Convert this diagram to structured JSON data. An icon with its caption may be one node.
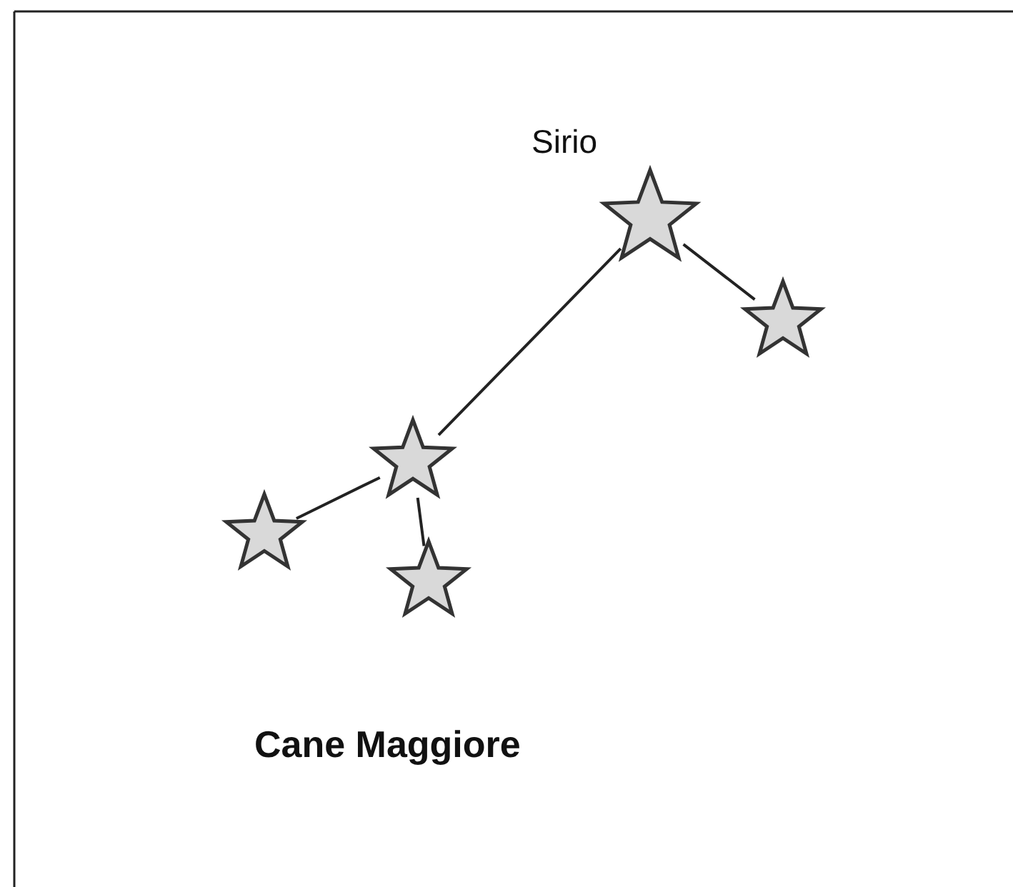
{
  "diagram": {
    "nodes": [
      {
        "text": [],
        "shape": "star",
        "beside": [
          "Sirio"
        ]
      },
      {
        "text": [],
        "shape": "star"
      },
      {
        "text": [],
        "shape": "star"
      },
      {
        "text": [],
        "shape": "star"
      },
      {
        "text": [],
        "shape": "star"
      }
    ],
    "edges": [
      {
        "from": 0,
        "to": 1,
        "arrow": "none"
      },
      {
        "from": 0,
        "to": 2,
        "arrow": "none"
      },
      {
        "from": 2,
        "to": 3,
        "arrow": "none"
      },
      {
        "from": 2,
        "to": 4,
        "arrow": "none"
      }
    ],
    "labels": [
      "Cane Maggiore"
    ]
  }
}
